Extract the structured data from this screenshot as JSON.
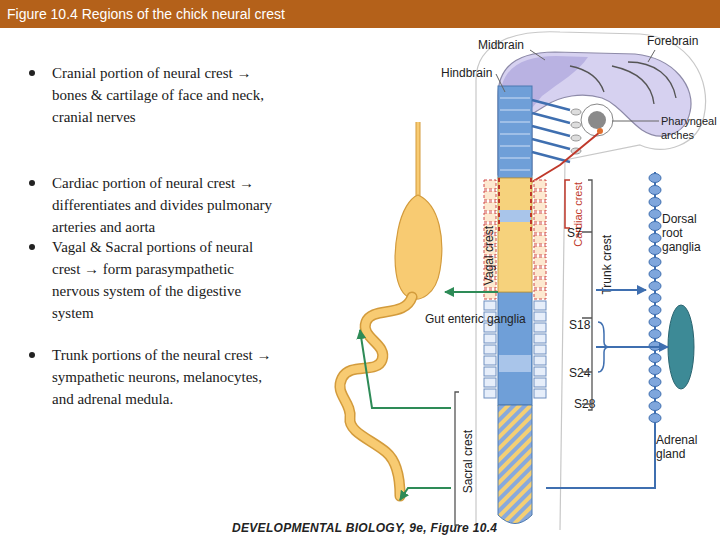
{
  "diagram": {
    "title": "Figure 10.4 Regions of the chick neural crest",
    "nodes": [
      {
        "text": [
          "Vagal crest"
        ]
      },
      {
        "text": [
          "Trunk crest"
        ]
      },
      {
        "text": [
          "Sacral crest"
        ]
      },
      {
        "text": [
          "Gut enteric ganglia"
        ]
      },
      {
        "text": [
          "Dorsal root ganglia"
        ]
      },
      {
        "text": [
          "Adrenal gland"
        ]
      }
    ],
    "edges": [
      {
        "from": 0,
        "to": 3,
        "arrow": "to"
      },
      {
        "from": 2,
        "to": 3,
        "arrow": "to"
      },
      {
        "from": 2,
        "to": 3,
        "arrow": "to"
      },
      {
        "from": 1,
        "to": 4,
        "arrow": "to"
      },
      {
        "from": 1,
        "to": 5,
        "arrow": "to"
      }
    ],
    "labels": [
      "Cranial portion of neural crest → bones & cartilage of face and neck, cranial nerves",
      "Cardiac portion of neural crest → differentiates and divides pulmonary arteries and aorta",
      "Vagal & Sacral portions of neural crest → form parasympathetic nervous system of the digestive system",
      "Trunk portions of the neural crest → sympathetic neurons, melanocytes, and adrenal medula.",
      "Midbrain",
      "Forebrain",
      "Hindbrain",
      "Pharyngeal arches",
      "Cardiac crest",
      "S7",
      "S18",
      "S24",
      "S28",
      "DEVELOPMENTAL BIOLOGY, 9e, Figure 10.4"
    ]
  }
}
